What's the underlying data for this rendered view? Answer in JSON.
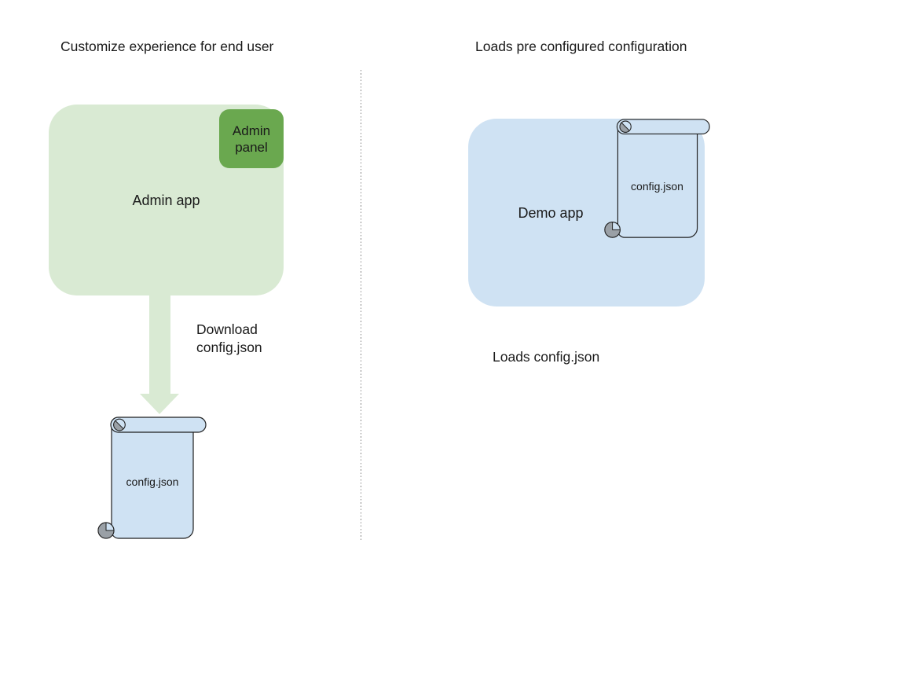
{
  "colors": {
    "light_green": "#d9ead3",
    "green": "#6aa84f",
    "light_blue": "#cfe2f3",
    "curl_gray": "#9aa0a6",
    "stroke": "#1f1f1f",
    "divider_gray": "#8a8a8a",
    "text": "#1a1a1a"
  },
  "left_section": {
    "title": "Customize experience for end user",
    "admin_app_label": "Admin app",
    "admin_panel_label": "Admin panel",
    "arrow_caption_line1": "Download",
    "arrow_caption_line2": "config.json",
    "config_file_label": "config.json"
  },
  "right_section": {
    "title": "Loads pre configured configuration",
    "demo_app_label": "Demo app",
    "config_file_label": "config.json",
    "caption": "Loads config.json"
  }
}
